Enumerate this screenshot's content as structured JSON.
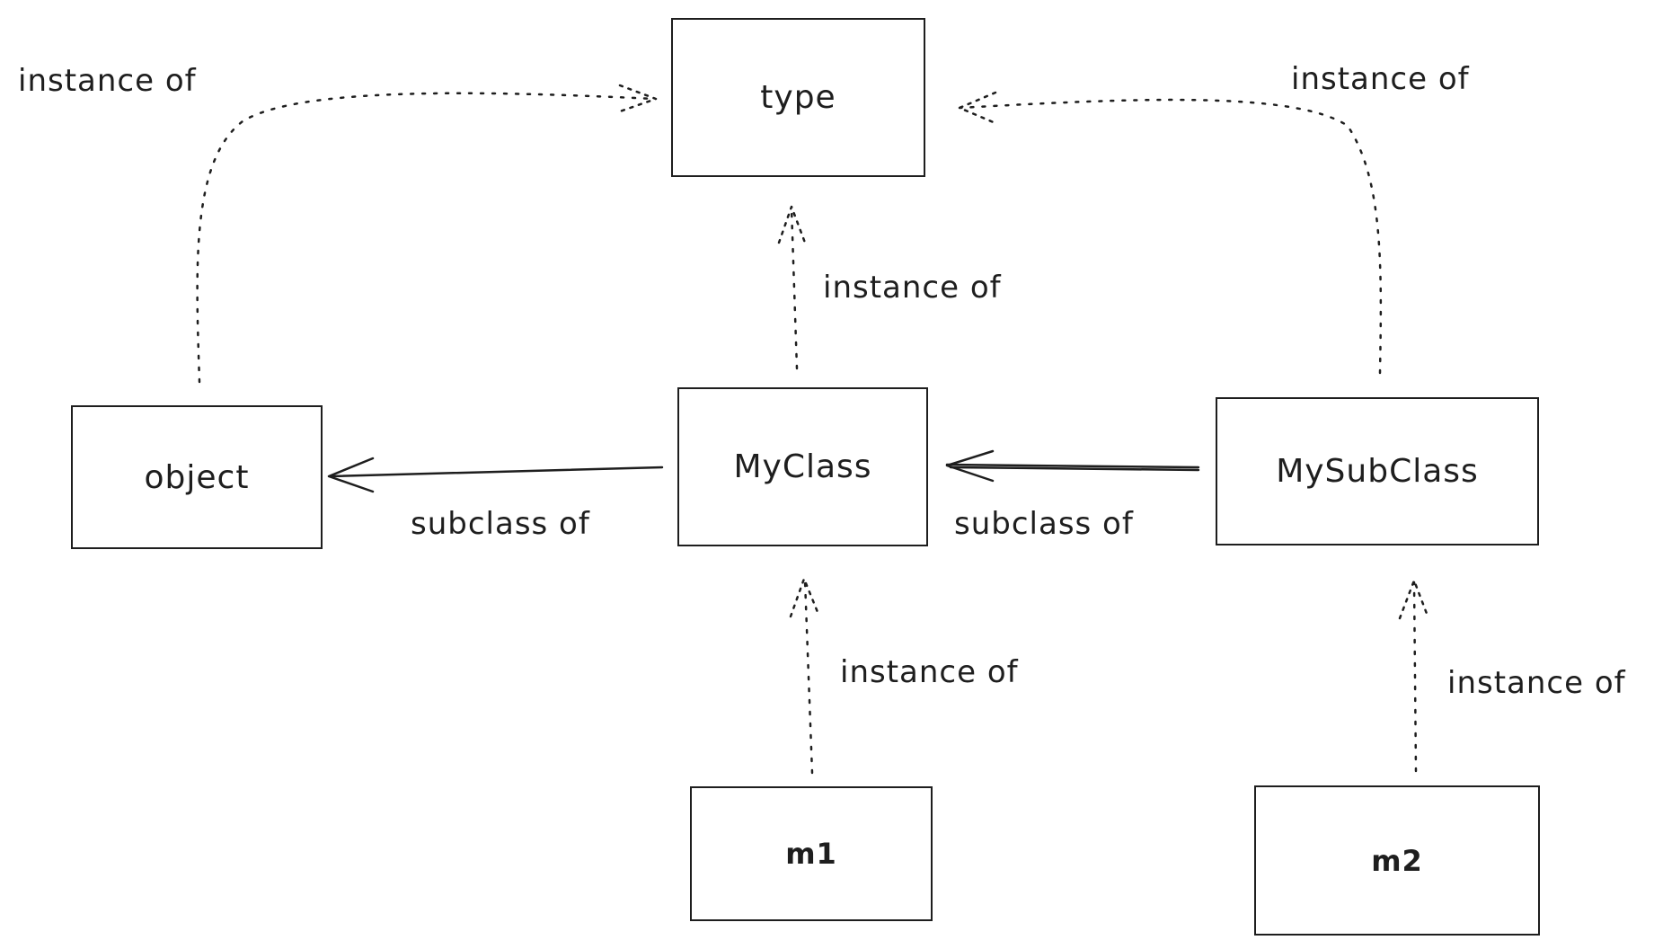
{
  "diagram": {
    "nodes": {
      "type": "type",
      "object": "object",
      "myclass": "MyClass",
      "mysubclass": "MySubClass",
      "m1": "m1",
      "m2": "m2"
    },
    "edges": {
      "object_instance_of": "instance of",
      "myclass_instance_of": "instance of",
      "mysubclass_instance_of": "instance of",
      "m1_instance_of": "instance of",
      "m2_instance_of": "instance of",
      "myclass_subclass_of": "subclass of",
      "mysubclass_subclass_of": "subclass of"
    },
    "colors": {
      "stroke": "#1e1e1e",
      "background": "#ffffff"
    }
  }
}
